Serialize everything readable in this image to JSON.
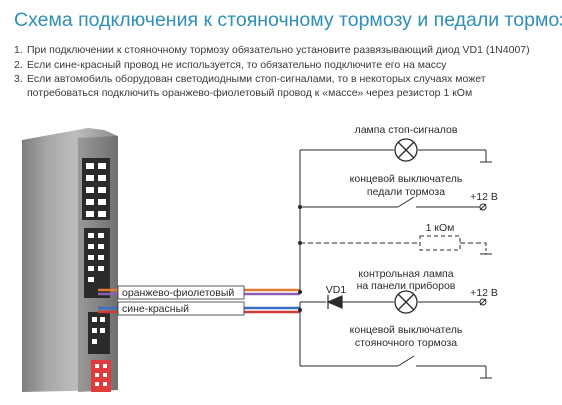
{
  "title": "Схема подключения к стояночному тормозу и педали тормоза",
  "notes": [
    {
      "num": "1.",
      "text": "При подключении к стояночному тормозу обязательно установите развязывающий диод VD1 (1N4007)"
    },
    {
      "num": "2.",
      "text": "Если сине-красный провод не используется, то обязательно подключите его на массу"
    },
    {
      "num": "3.",
      "text": "Если автомобиль оборудован светодиодными стоп-сигналами, то в некоторых случаях может потребоваться подключить оранжево-фиолетовый провод к «массе» через резистор 1 кОм"
    }
  ],
  "diagram": {
    "lamp_brake": "лампа стоп-сигналов",
    "switch_pedal_line1": "концевой выключатель",
    "switch_pedal_line2": "педали тормоза",
    "plus12_top": "+12 В",
    "resistor": "1 кОм",
    "lamp_panel_line1": "контрольная лампа",
    "lamp_panel_line2": "на панели приборов",
    "plus12_bottom": "+12 В",
    "diode": "VD1",
    "switch_park_line1": "концевой выключатель",
    "switch_park_line2": "стояночного тормоза",
    "wire_orange": "оранжево-фиолетовый",
    "wire_blue": "сине-красный"
  },
  "colors": {
    "title": "#2f8fb8",
    "wire_orange": "#e07a2e",
    "wire_violet": "#8a5fb0",
    "wire_blue": "#3a6fc4",
    "wire_red": "#d23a3a",
    "connector_red": "#e23b3b",
    "device_body": "#8f8f8f"
  }
}
